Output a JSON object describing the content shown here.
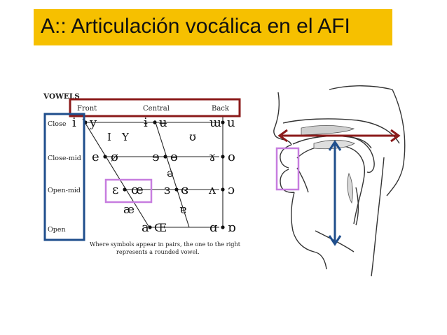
{
  "title": "A:: Articulación vocálica en el AFI",
  "chart": {
    "heading": "VOWELS",
    "columns": [
      "Front",
      "Central",
      "Back"
    ],
    "rows": [
      "Close",
      "Close-mid",
      "Open-mid",
      "Open"
    ],
    "vowels": {
      "close_front": [
        "i",
        "y"
      ],
      "close_central": [
        "ɨ",
        "ʉ"
      ],
      "close_back": [
        "ɯ",
        "u"
      ],
      "near_close_front": [
        "I",
        "Y"
      ],
      "near_close_back": "ʊ",
      "close_mid_front": [
        "e",
        "ø"
      ],
      "close_mid_central": [
        "ɘ",
        "ɵ"
      ],
      "close_mid_back": [
        "ɤ",
        "o"
      ],
      "mid_central": "ə",
      "open_mid_front": [
        "ɛ",
        "œ"
      ],
      "open_mid_central": [
        "ɜ",
        "ɞ"
      ],
      "open_mid_back": [
        "ʌ",
        "ɔ"
      ],
      "near_open_front": "æ",
      "near_open_central": "ɐ",
      "open_front": [
        "a",
        "Œ"
      ],
      "open_back": [
        "ɑ",
        "ɒ"
      ]
    },
    "note_line1": "Where symbols appear in pairs, the one to the right",
    "note_line2": "represents a rounded vowel."
  },
  "colors": {
    "title_bg": "#f6c000",
    "dark_red": "#8b1a1a",
    "navy": "#1f4e8c",
    "violet": "#c77ddf"
  }
}
